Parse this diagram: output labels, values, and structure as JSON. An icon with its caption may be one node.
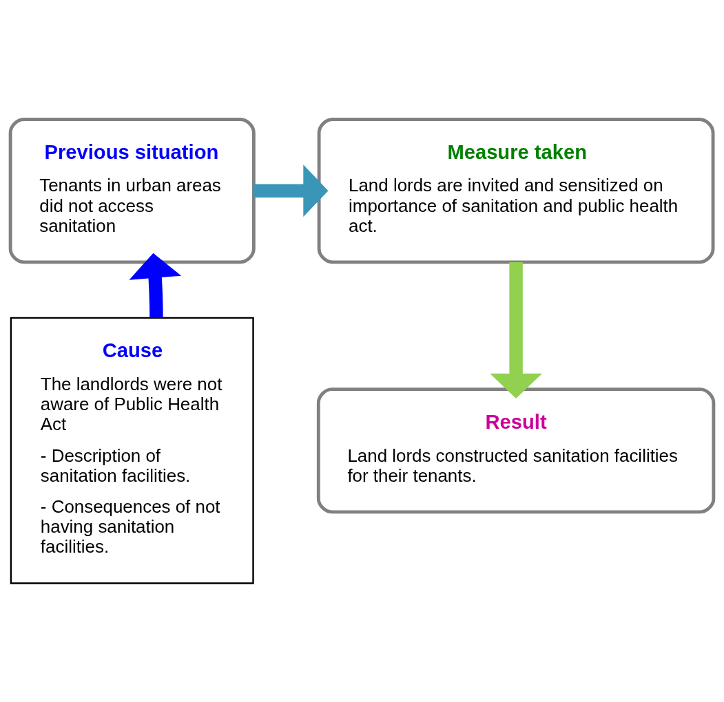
{
  "diagram": {
    "nodes": [
      {
        "text": [
          "Previous situation",
          "Tenants in urban areas did not access sanitation"
        ]
      },
      {
        "text": [
          "Measure taken",
          "Land lords are invited and sensitized on importance of sanitation and public health act."
        ]
      },
      {
        "text": [
          "Result",
          "Land lords constructed sanitation facilities for their tenants."
        ]
      },
      {
        "text": [
          "Cause",
          "The landlords were not aware of Public Health Act",
          "- Description of sanitation facilities.",
          "- Consequences of not having sanitation facilities."
        ]
      }
    ],
    "edges": [
      {
        "from": 0,
        "to": 1,
        "arrow": "to",
        "color": "#3a96b8"
      },
      {
        "from": 1,
        "to": 2,
        "arrow": "to",
        "color": "#92d050"
      },
      {
        "from": 3,
        "to": 0,
        "arrow": "to",
        "color": "#0000ff"
      }
    ]
  }
}
